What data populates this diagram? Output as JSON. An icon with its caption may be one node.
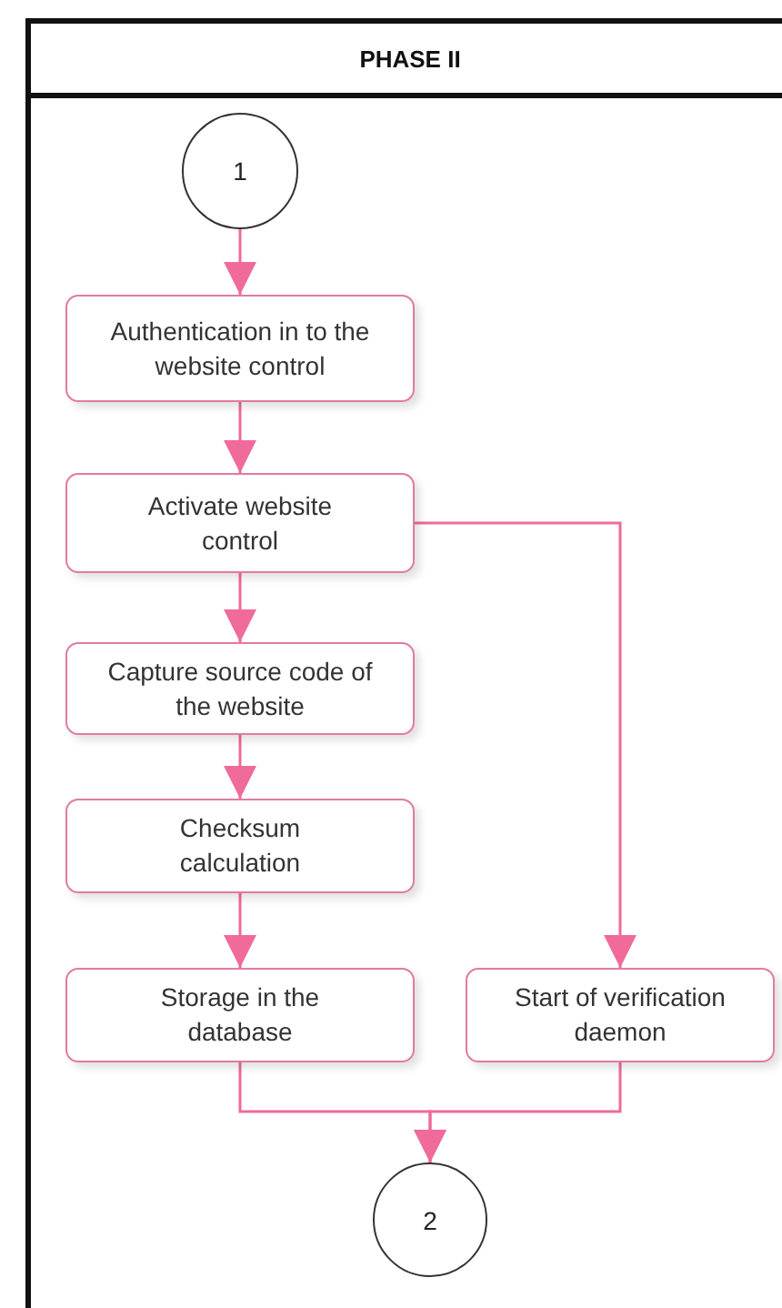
{
  "diagram": {
    "nodes": [
      {
        "text": [
          "PHASE II"
        ]
      },
      {
        "text": [
          "1"
        ],
        "in": 0
      },
      {
        "text": [
          "Authentication in to the  website control"
        ],
        "in": 0
      },
      {
        "text": [
          "Activate website control"
        ],
        "in": 0
      },
      {
        "text": [
          "Capture source code of the website"
        ],
        "in": 0
      },
      {
        "text": [
          "Checksum calculation"
        ],
        "in": 0
      },
      {
        "text": [
          "Storage in the database"
        ],
        "in": 0
      },
      {
        "text": [
          "Start of verification daemon"
        ],
        "in": 0
      },
      {
        "text": [
          "2"
        ],
        "in": 0
      }
    ],
    "edges": [
      {
        "from": 1,
        "to": 2,
        "arrow": "to"
      },
      {
        "from": 2,
        "to": 3,
        "arrow": "to"
      },
      {
        "from": 3,
        "to": 4,
        "arrow": "to"
      },
      {
        "from": 4,
        "to": 5,
        "arrow": "to"
      },
      {
        "from": 5,
        "to": 6,
        "arrow": "to"
      },
      {
        "from": 3,
        "to": 7,
        "arrow": "to"
      },
      {
        "from": 6,
        "to": 8,
        "arrow": "to"
      },
      {
        "from": 7,
        "to": 8,
        "arrow": "to"
      }
    ]
  }
}
